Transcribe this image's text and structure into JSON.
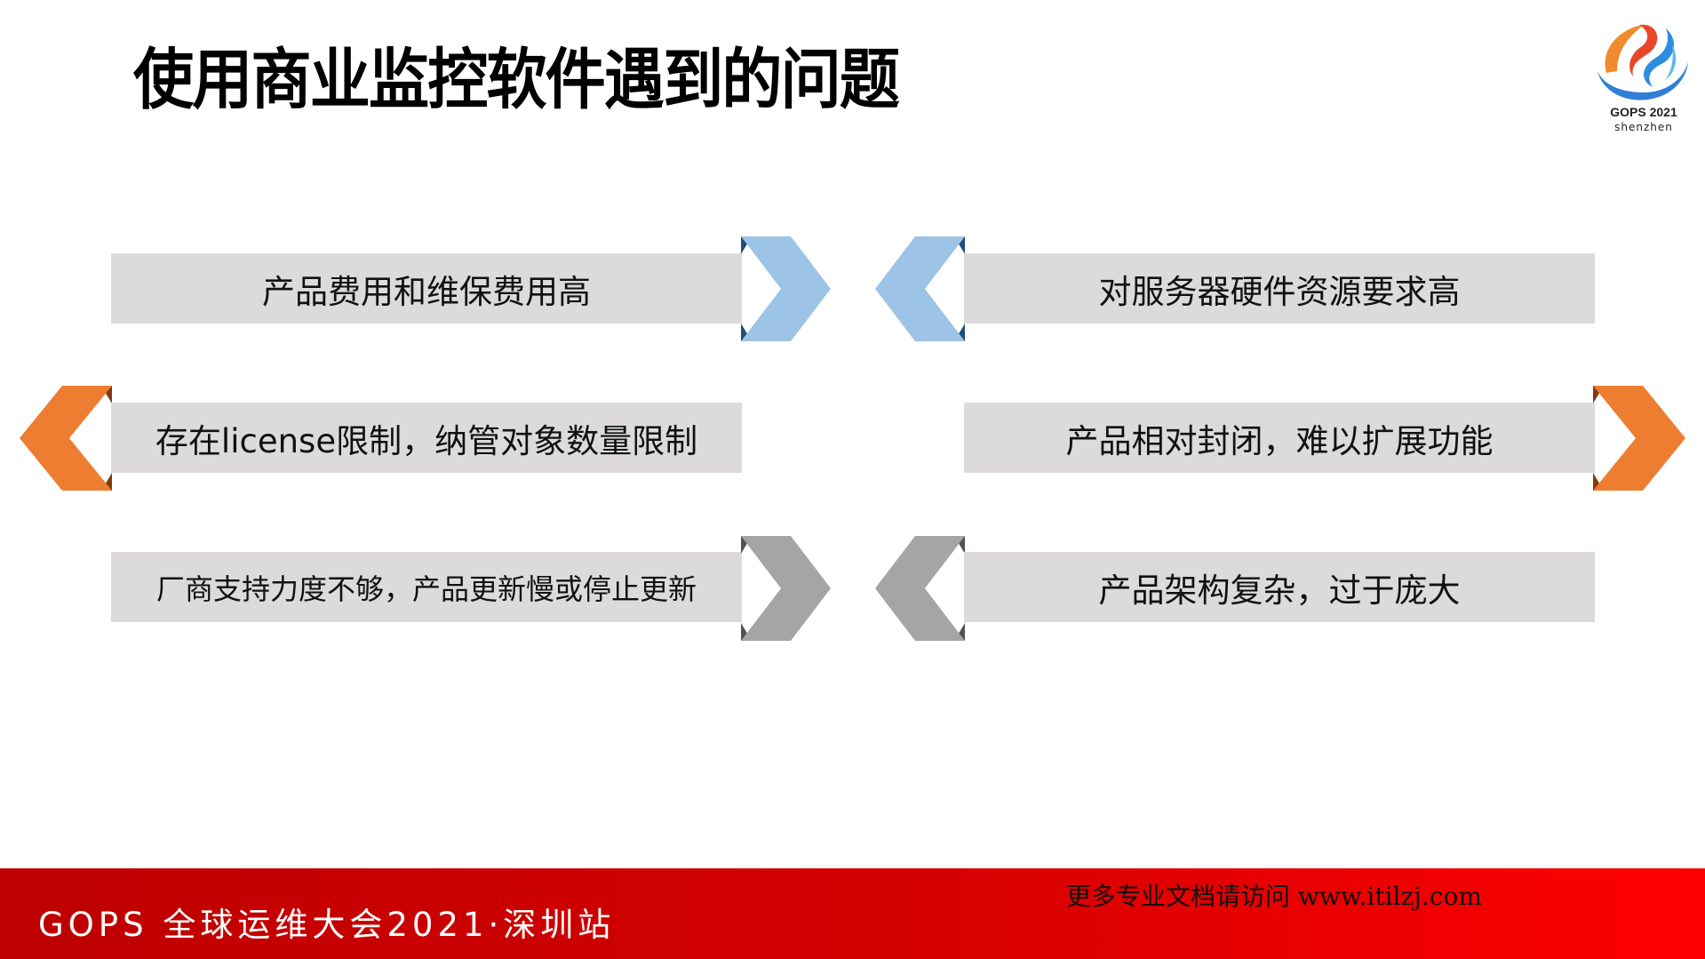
{
  "slide": {
    "title": "使用商业监控软件遇到的问题",
    "logo": {
      "line1": "GOPS 2021",
      "line2": "shenzhen"
    }
  },
  "items": [
    {
      "text": "产品费用和维保费用高",
      "side": "left",
      "chevron_direction": "right",
      "color": "#9dc3e6",
      "shadow": "#1f4e79"
    },
    {
      "text": "对服务器硬件资源要求高",
      "side": "right",
      "chevron_direction": "left",
      "color": "#9dc3e6",
      "shadow": "#1f4e79"
    },
    {
      "text": "存在license限制，纳管对象数量限制",
      "side": "left",
      "chevron_direction": "left",
      "color": "#ed7d31",
      "shadow": "#843c0c"
    },
    {
      "text": "产品相对封闭，难以扩展功能",
      "side": "right",
      "chevron_direction": "right",
      "color": "#ed7d31",
      "shadow": "#843c0c"
    },
    {
      "text": "厂商支持力度不够，产品更新慢或停止更新",
      "side": "left",
      "chevron_direction": "right",
      "color": "#a5a5a5",
      "shadow": "#525252"
    },
    {
      "text": "产品架构复杂，过于庞大",
      "side": "right",
      "chevron_direction": "left",
      "color": "#a5a5a5",
      "shadow": "#525252"
    }
  ],
  "colors": {
    "bar": "#dcdadb",
    "footer_start": "#bd0000",
    "footer_end": "#fe0000"
  },
  "footer": {
    "event": "GOPS 全球运维大会2021·深圳站",
    "watermark": "更多专业文档请访问 www.itilzj.com"
  }
}
